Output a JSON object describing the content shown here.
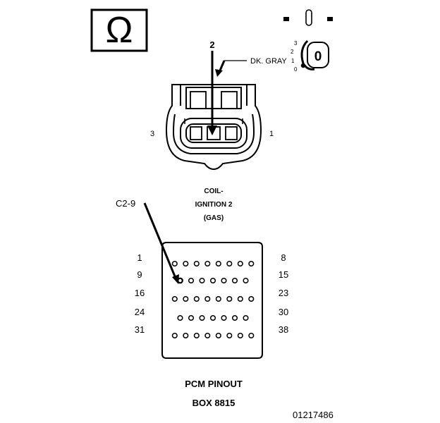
{
  "meter": {
    "symbol": "Ω",
    "icon": "ohm-meter-icon"
  },
  "key_switch": {
    "positions": [
      "3",
      "2",
      "1",
      "0"
    ],
    "key_label": "0",
    "icon": "ignition-key-icon"
  },
  "coil_connector": {
    "callout_pin": "2",
    "wire_color": "DK. GRAY",
    "pin_left": "3",
    "pin_right": "1",
    "caption": [
      "COIL-",
      "IGNITION 2",
      "(GAS)"
    ]
  },
  "pcm_connector": {
    "callout": "C2-9",
    "row_labels_left": [
      "1",
      "9",
      "16",
      "24",
      "31"
    ],
    "row_labels_right": [
      "8",
      "15",
      "23",
      "30",
      "38"
    ],
    "rows": [
      {
        "start": 1,
        "end": 8
      },
      {
        "start": 9,
        "end": 15
      },
      {
        "start": 16,
        "end": 23
      },
      {
        "start": 24,
        "end": 30
      },
      {
        "start": 31,
        "end": 38
      }
    ],
    "highlight_pin": 9,
    "caption": [
      "PCM PINOUT",
      "BOX 8815"
    ]
  },
  "figure_id": "01217486"
}
